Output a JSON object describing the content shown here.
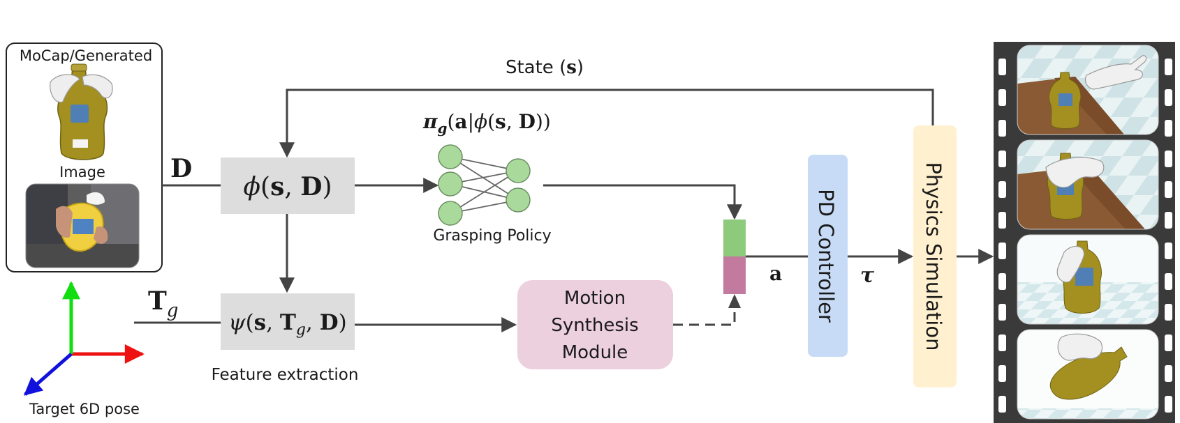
{
  "input_panel": {
    "caption_mocap": "MoCap/Generated",
    "caption_image": "Image"
  },
  "pose": {
    "caption": "Target 6D pose",
    "axis_colors": {
      "x": "#ee1111",
      "y": "#11dd11",
      "z": "#1111dd"
    }
  },
  "labels": {
    "state": "State (",
    "state_symbol": "s",
    "state_close": ")",
    "D": "D",
    "T": "T",
    "T_sub": "g",
    "a": "a",
    "tau": "τ"
  },
  "phi_box": {
    "phi": "ϕ",
    "open": "(",
    "s": "s",
    "comma": ", ",
    "D": "D",
    "close": ")"
  },
  "psi_box": {
    "psi": "ψ",
    "open": "(",
    "s": "s",
    "comma1": ", ",
    "T": "T",
    "T_sub": "g",
    "comma2": ", ",
    "D": "D",
    "close": ")"
  },
  "feature_caption": "Feature extraction",
  "policy": {
    "pi": "π",
    "pi_sub": "g",
    "open": "(",
    "a": "a",
    "bar": "|",
    "phi": "ϕ",
    "open2": "(",
    "s": "s",
    "comma": ", ",
    "D": "D",
    "close": "))",
    "caption": "Grasping Policy",
    "node_color": "#a9d99b"
  },
  "motion_module": {
    "lines": [
      "Motion",
      "Synthesis",
      "Module"
    ],
    "color": "#ecd0dd"
  },
  "concat_colors": {
    "top": "#8dca7c",
    "bottom": "#c27a9e"
  },
  "pd_controller": {
    "label": "PD Controller",
    "color": "#c7dbf6"
  },
  "physics": {
    "label": "Physics Simulation",
    "color": "#fff1cf"
  },
  "colors": {
    "arrow": "#444444",
    "box_gray": "#dddddd",
    "film": "#3a3a3a"
  }
}
